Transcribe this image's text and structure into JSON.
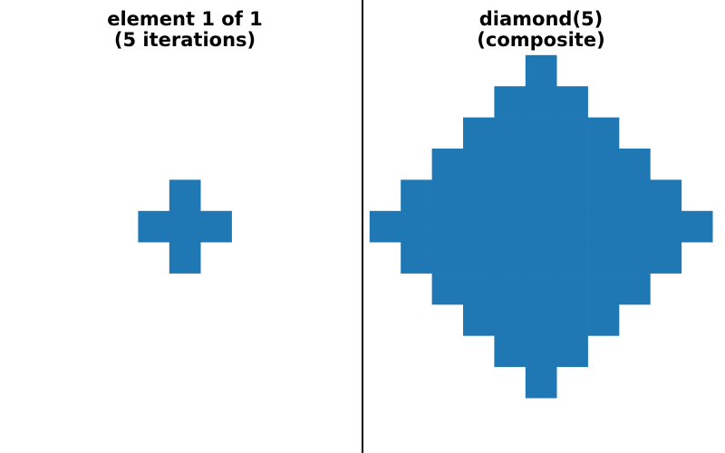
{
  "panels": [
    {
      "id": "element",
      "title_line1": "element 1 of 1",
      "title_line2": "(5 iterations)",
      "cells": [
        [
          0,
          -1
        ],
        [
          -1,
          0
        ],
        [
          0,
          0
        ],
        [
          1,
          0
        ],
        [
          0,
          1
        ]
      ]
    },
    {
      "id": "composite",
      "title_line1": "diamond(5)",
      "title_line2": "(composite)",
      "radius": 5
    }
  ],
  "colors": {
    "cell_fill": "#1f77b4",
    "divider": "#000000",
    "background": "#ffffff"
  }
}
